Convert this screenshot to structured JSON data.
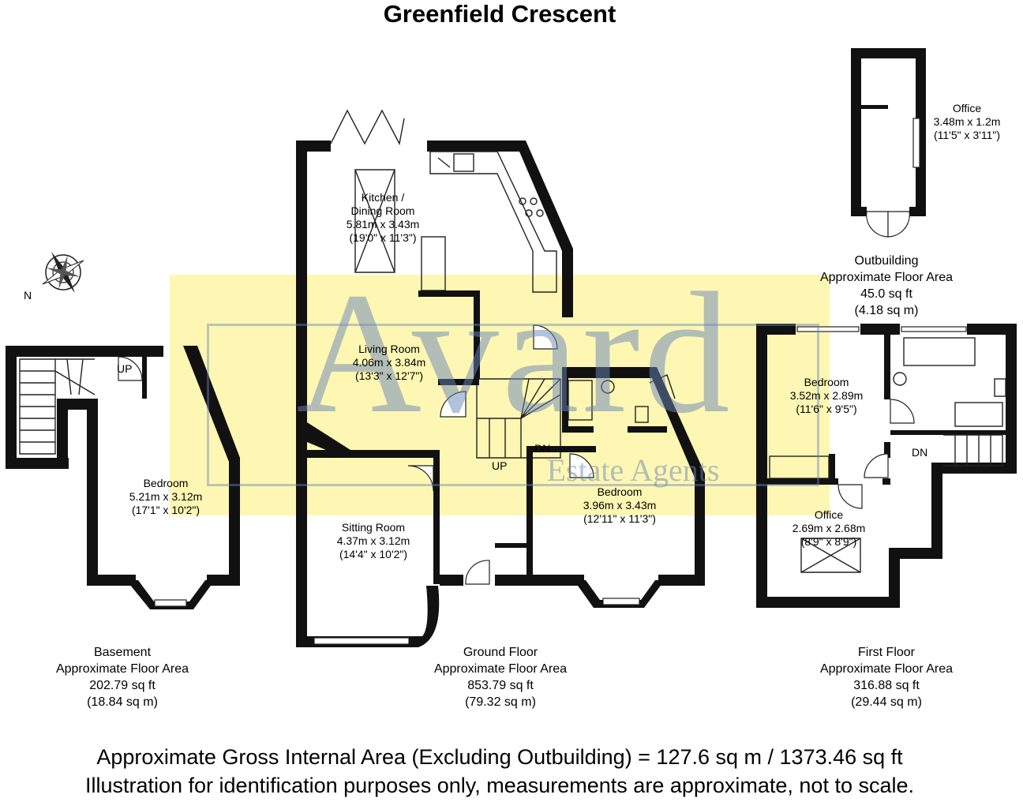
{
  "title": "Greenfield Crescent",
  "compass": {
    "label": "N"
  },
  "watermark": {
    "brand": "Avard",
    "subtitle": "Estate Agents",
    "color": "#6a86b8",
    "highlight": "#fdf6a6"
  },
  "rooms": [
    {
      "id": "kitchen",
      "lines": [
        "Kitchen /",
        "Dining Room",
        "5.81m x 3.43m",
        "(19'0\" x 11'3\")"
      ]
    },
    {
      "id": "living",
      "lines": [
        "Living Room",
        "4.06m x 3.84m",
        "(13'3\" x 12'7\")"
      ]
    },
    {
      "id": "sitting",
      "lines": [
        "Sitting Room",
        "4.37m x 3.12m",
        "(14'4\" x 10'2\")"
      ]
    },
    {
      "id": "ground-bedroom",
      "lines": [
        "Bedroom",
        "3.96m x 3.43m",
        "(12'11\" x 11'3\")"
      ]
    },
    {
      "id": "basement-bedroom",
      "lines": [
        "Bedroom",
        "5.21m x 3.12m",
        "(17'1\" x 10'2\")"
      ]
    },
    {
      "id": "first-bedroom",
      "lines": [
        "Bedroom",
        "3.52m x 2.89m",
        "(11'6\" x 9'5\")"
      ]
    },
    {
      "id": "first-office",
      "lines": [
        "Office",
        "2.69m x 2.68m",
        "(8'9\" x 8'9\")"
      ]
    },
    {
      "id": "outbuilding-office",
      "lines": [
        "Office",
        "3.48m x 1.2m",
        "(11'5\" x 3'11\")"
      ]
    }
  ],
  "stair_labels": {
    "basement_up": "UP",
    "ground_up": "UP",
    "ground_dn": "DN",
    "first_dn": "DN"
  },
  "floors": [
    {
      "id": "basement",
      "lines": [
        "Basement",
        "Approximate Floor Area",
        "202.79 sq ft",
        "(18.84 sq m)"
      ]
    },
    {
      "id": "ground",
      "lines": [
        "Ground Floor",
        "Approximate Floor Area",
        "853.79 sq ft",
        "(79.32 sq m)"
      ]
    },
    {
      "id": "first",
      "lines": [
        "First Floor",
        "Approximate Floor Area",
        "316.88 sq ft",
        "(29.44 sq m)"
      ]
    },
    {
      "id": "outbuilding",
      "lines": [
        "Outbuilding",
        "Approximate Floor Area",
        "45.0 sq ft",
        "(4.18 sq m)"
      ]
    }
  ],
  "footer": {
    "line1": "Approximate Gross Internal Area (Excluding Outbuilding) = 127.6 sq m / 1373.46 sq ft",
    "line2": "Illustration for identification purposes only, measurements are approximate, not to scale."
  }
}
